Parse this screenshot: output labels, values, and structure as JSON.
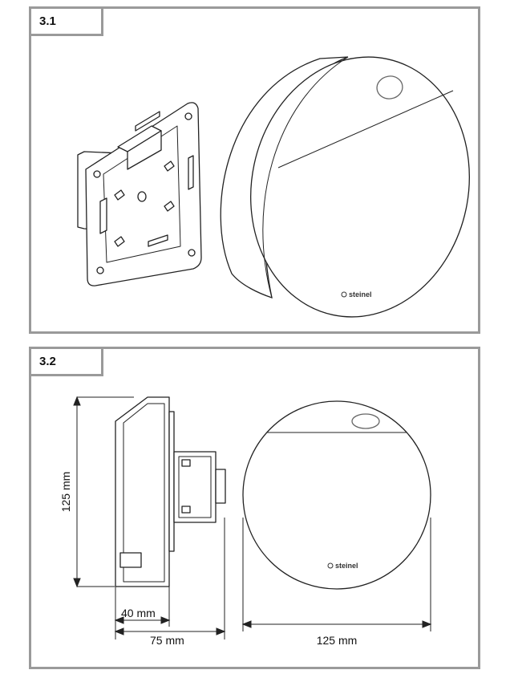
{
  "figures": [
    {
      "label": "3.1",
      "brand_logo": "steinel"
    },
    {
      "label": "3.2",
      "brand_logo": "steinel",
      "dimensions": {
        "height": "125 mm",
        "depth_front": "40 mm",
        "depth_total": "75 mm",
        "diameter": "125 mm"
      }
    }
  ],
  "colors": {
    "frame": "#9a9a9a",
    "line": "#222222"
  }
}
